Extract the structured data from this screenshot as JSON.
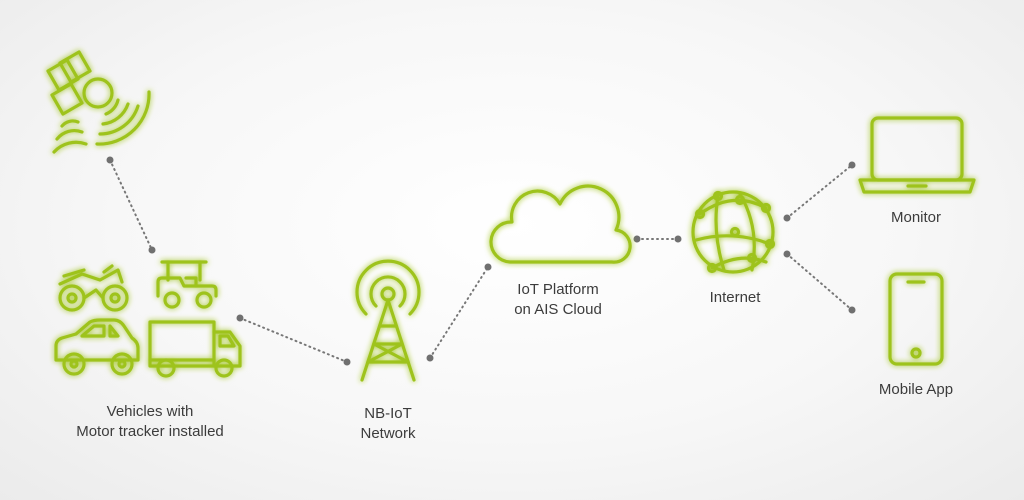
{
  "colors": {
    "accent": "#9ec31c",
    "connector": "#777777",
    "text": "#3c3c3c"
  },
  "nodes": {
    "satellite": {
      "icon": "satellite-icon"
    },
    "vehicles": {
      "icons": [
        "motorcycle-icon",
        "golf-cart-icon",
        "car-icon",
        "truck-icon"
      ],
      "label_line1": "Vehicles with",
      "label_line2": "Motor tracker installed"
    },
    "network": {
      "icon": "cell-tower-icon",
      "label_line1": "NB-IoT",
      "label_line2": "Network"
    },
    "platform": {
      "icon": "cloud-icon",
      "label_line1": "IoT Platform",
      "label_line2": "on AIS Cloud"
    },
    "internet": {
      "icon": "globe-icon",
      "label": "Internet"
    },
    "monitor": {
      "icon": "laptop-icon",
      "label": "Monitor"
    },
    "mobile": {
      "icon": "smartphone-icon",
      "label": "Mobile App"
    }
  }
}
